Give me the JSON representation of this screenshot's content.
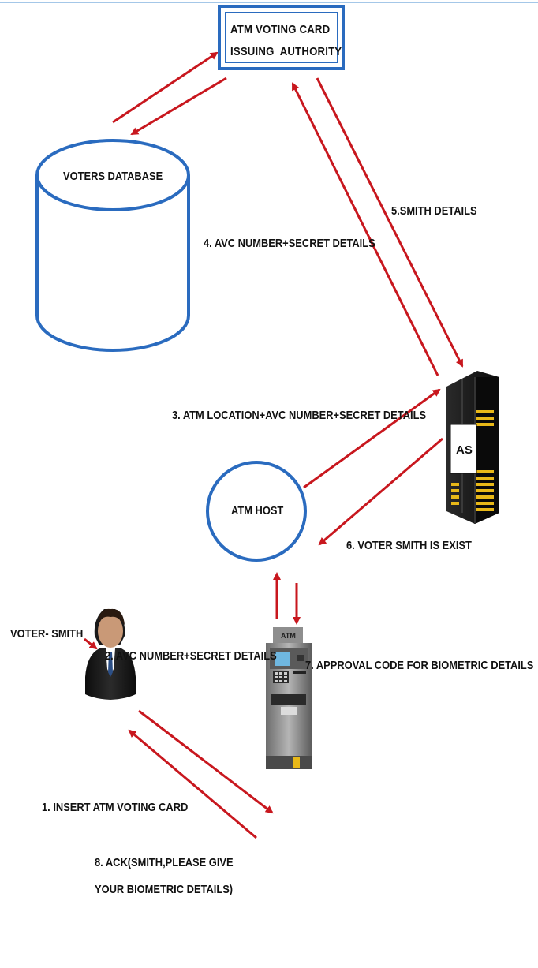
{
  "authority": {
    "line1": "ATM VOTING CARD",
    "line2": "ISSUING  AUTHORITY"
  },
  "database": {
    "label": "VOTERS DATABASE"
  },
  "auth_server": {
    "label": "AS"
  },
  "host": {
    "label": "ATM HOST"
  },
  "voter": {
    "label": "VOTER- SMITH"
  },
  "atm": {
    "label": "ATM"
  },
  "steps": {
    "s1": "1. INSERT ATM VOTING  CARD",
    "s2": "2. AVC  NUMBER+SECRET DETAILS",
    "s3": "3. ATM LOCATION+AVC NUMBER+SECRET DETAILS",
    "s4": "4. AVC NUMBER+SECRET DETAILS",
    "s5": "5.SMITH  DETAILS",
    "s6": "6. VOTER SMITH IS EXIST",
    "s7": "7. APPROVAL CODE FOR BIOMETRIC DETAILS",
    "s8a": "8. ACK(SMITH,PLEASE GIVE",
    "s8b": "YOUR BIOMETRIC DETAILS)"
  },
  "colors": {
    "arrow": "#c8171e",
    "border": "#2a6bbf",
    "server": "#1c1c1c",
    "server_light": "#e8b818"
  }
}
